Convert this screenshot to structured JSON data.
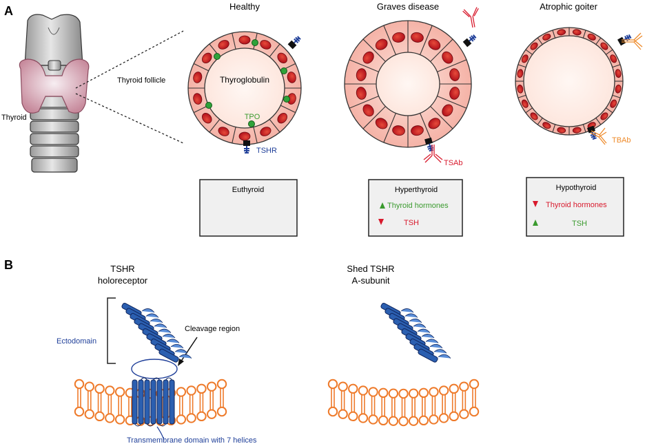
{
  "panel_a": {
    "letter": "A",
    "thyroid_label": "Thyroid",
    "follicle_label": "Thyroid follicle",
    "healthy": {
      "title": "Healthy",
      "thyroglobulin": "Thyroglobulin",
      "tpo": "TPO",
      "tshr": "TSHR",
      "status": "Euthyroid"
    },
    "graves": {
      "title": "Graves disease",
      "antibody": "TSAb",
      "status": "Hyperthyroid",
      "line1": "Thyroid hormones",
      "line2": "TSH"
    },
    "atrophic": {
      "title": "Atrophic goiter",
      "antibody": "TBAb",
      "status": "Hypothyroid",
      "line1": "Thyroid hormones",
      "line2": "TSH"
    }
  },
  "panel_b": {
    "letter": "B",
    "holo_title_1": "TSHR",
    "holo_title_2": "holoreceptor",
    "shed_title_1": "Shed TSHR",
    "shed_title_2": "A-subunit",
    "ectodomain": "Ectodomain",
    "cleavage": "Cleavage region",
    "transmembrane": "Transmembrane domain with 7 helices"
  },
  "colors": {
    "green": "#3a9a2e",
    "red": "#d8192c",
    "blue": "#1f3f99",
    "orange": "#ee8a2a",
    "membrane": "#ee7a2a"
  }
}
